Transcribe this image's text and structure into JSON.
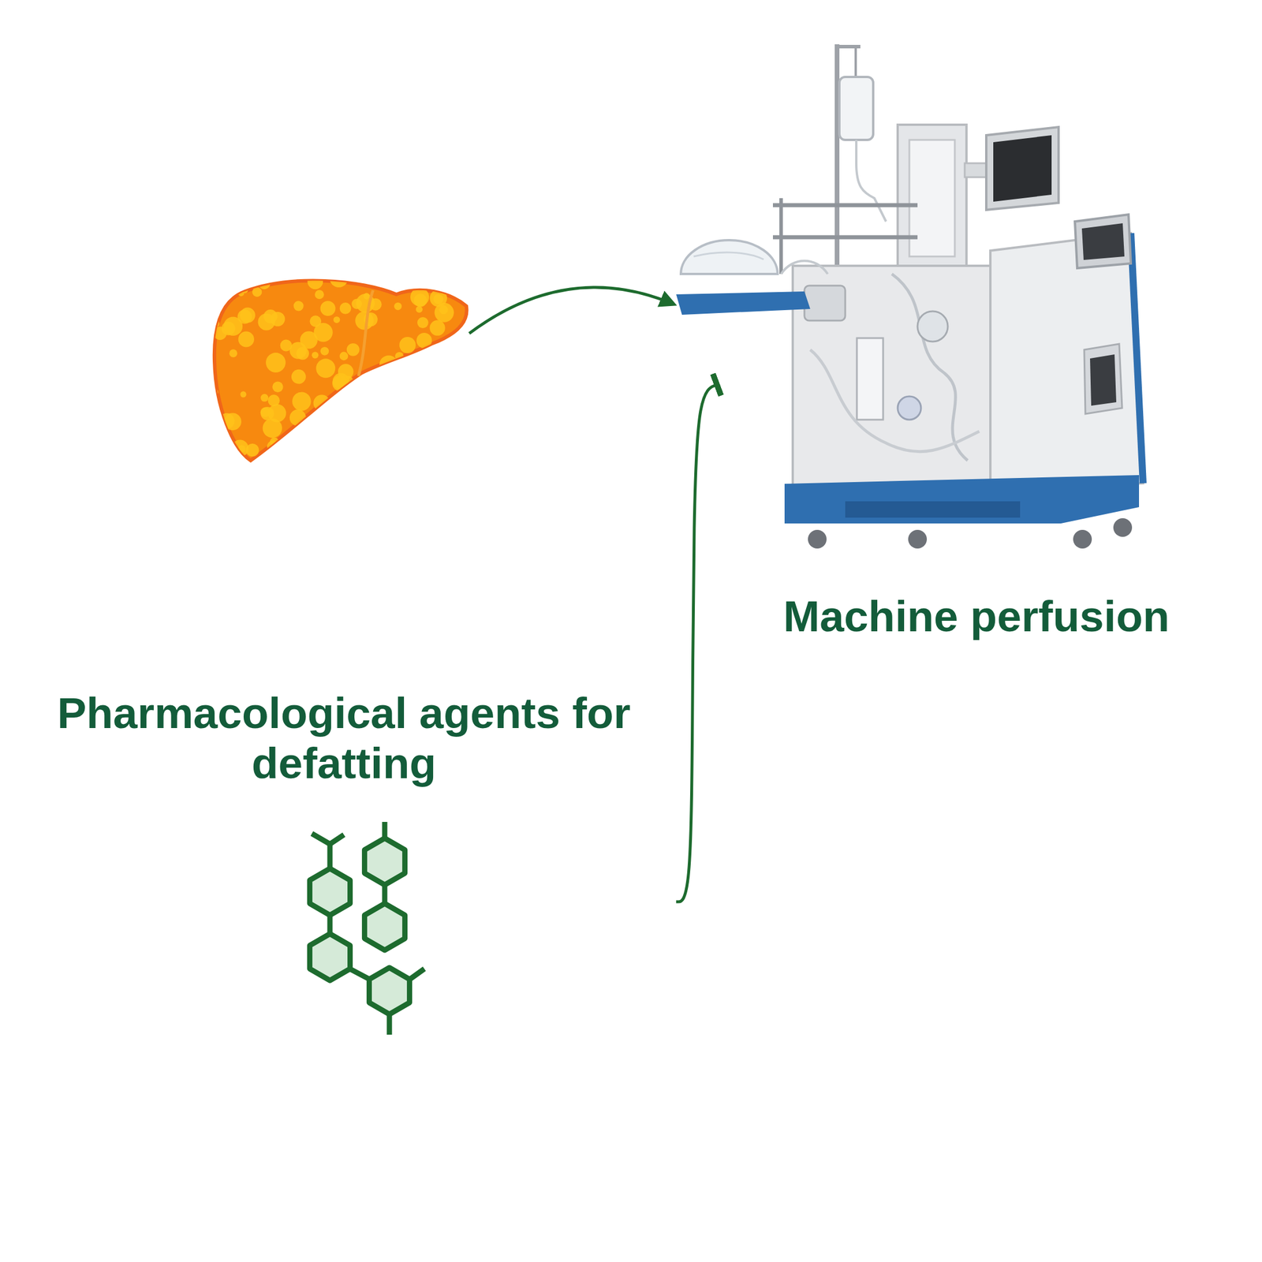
{
  "diagram": {
    "nodes": [
      {
        "text": [
          "Machine perfusion"
        ]
      },
      {
        "text": [
          "Pharmacological agents for defatting"
        ]
      }
    ],
    "edges": [
      {
        "from": 1,
        "to": 0,
        "arrow": "to"
      }
    ]
  }
}
